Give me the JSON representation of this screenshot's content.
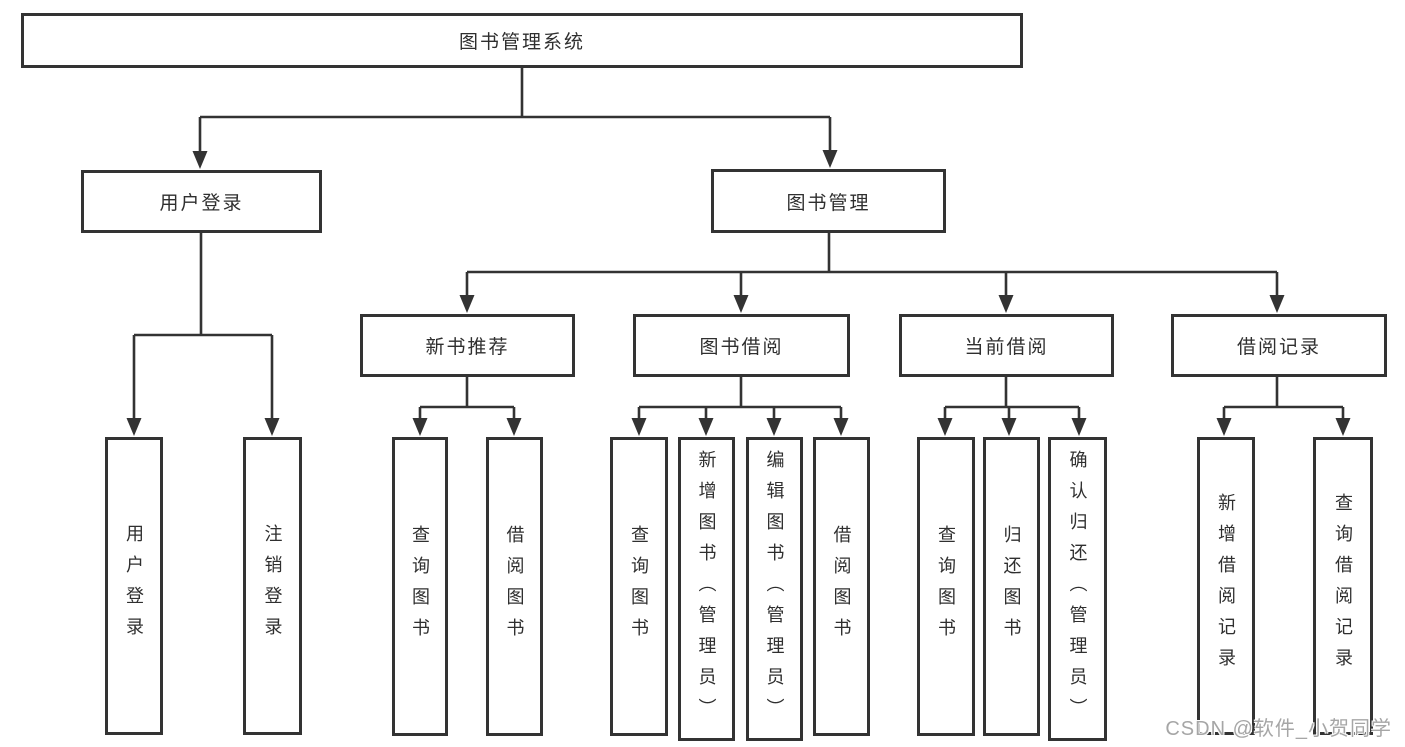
{
  "tree": {
    "label": "图书管理系统",
    "children": [
      {
        "label": "用户登录",
        "children": [
          {
            "label": "用户登录"
          },
          {
            "label": "注销登录"
          }
        ]
      },
      {
        "label": "图书管理",
        "children": [
          {
            "label": "新书推荐",
            "children": [
              {
                "label": "查询图书"
              },
              {
                "label": "借阅图书"
              }
            ]
          },
          {
            "label": "图书借阅",
            "children": [
              {
                "label": "查询图书"
              },
              {
                "label": "新增图书（管理员）"
              },
              {
                "label": "编辑图书（管理员）"
              },
              {
                "label": "借阅图书"
              }
            ]
          },
          {
            "label": "当前借阅",
            "children": [
              {
                "label": "查询图书"
              },
              {
                "label": "归还图书"
              },
              {
                "label": "确认归还（管理员）"
              }
            ]
          },
          {
            "label": "借阅记录",
            "children": [
              {
                "label": "新增借阅记录"
              },
              {
                "label": "查询借阅记录"
              }
            ]
          }
        ]
      }
    ]
  },
  "watermark": {
    "text": "CSDN @软件_小贺同学"
  },
  "colors": {
    "line": "#333333",
    "box_border": "#333333",
    "box_background": "#ffffff",
    "text": "#2f2f2f",
    "watermark_text": "#a6a6a6"
  }
}
